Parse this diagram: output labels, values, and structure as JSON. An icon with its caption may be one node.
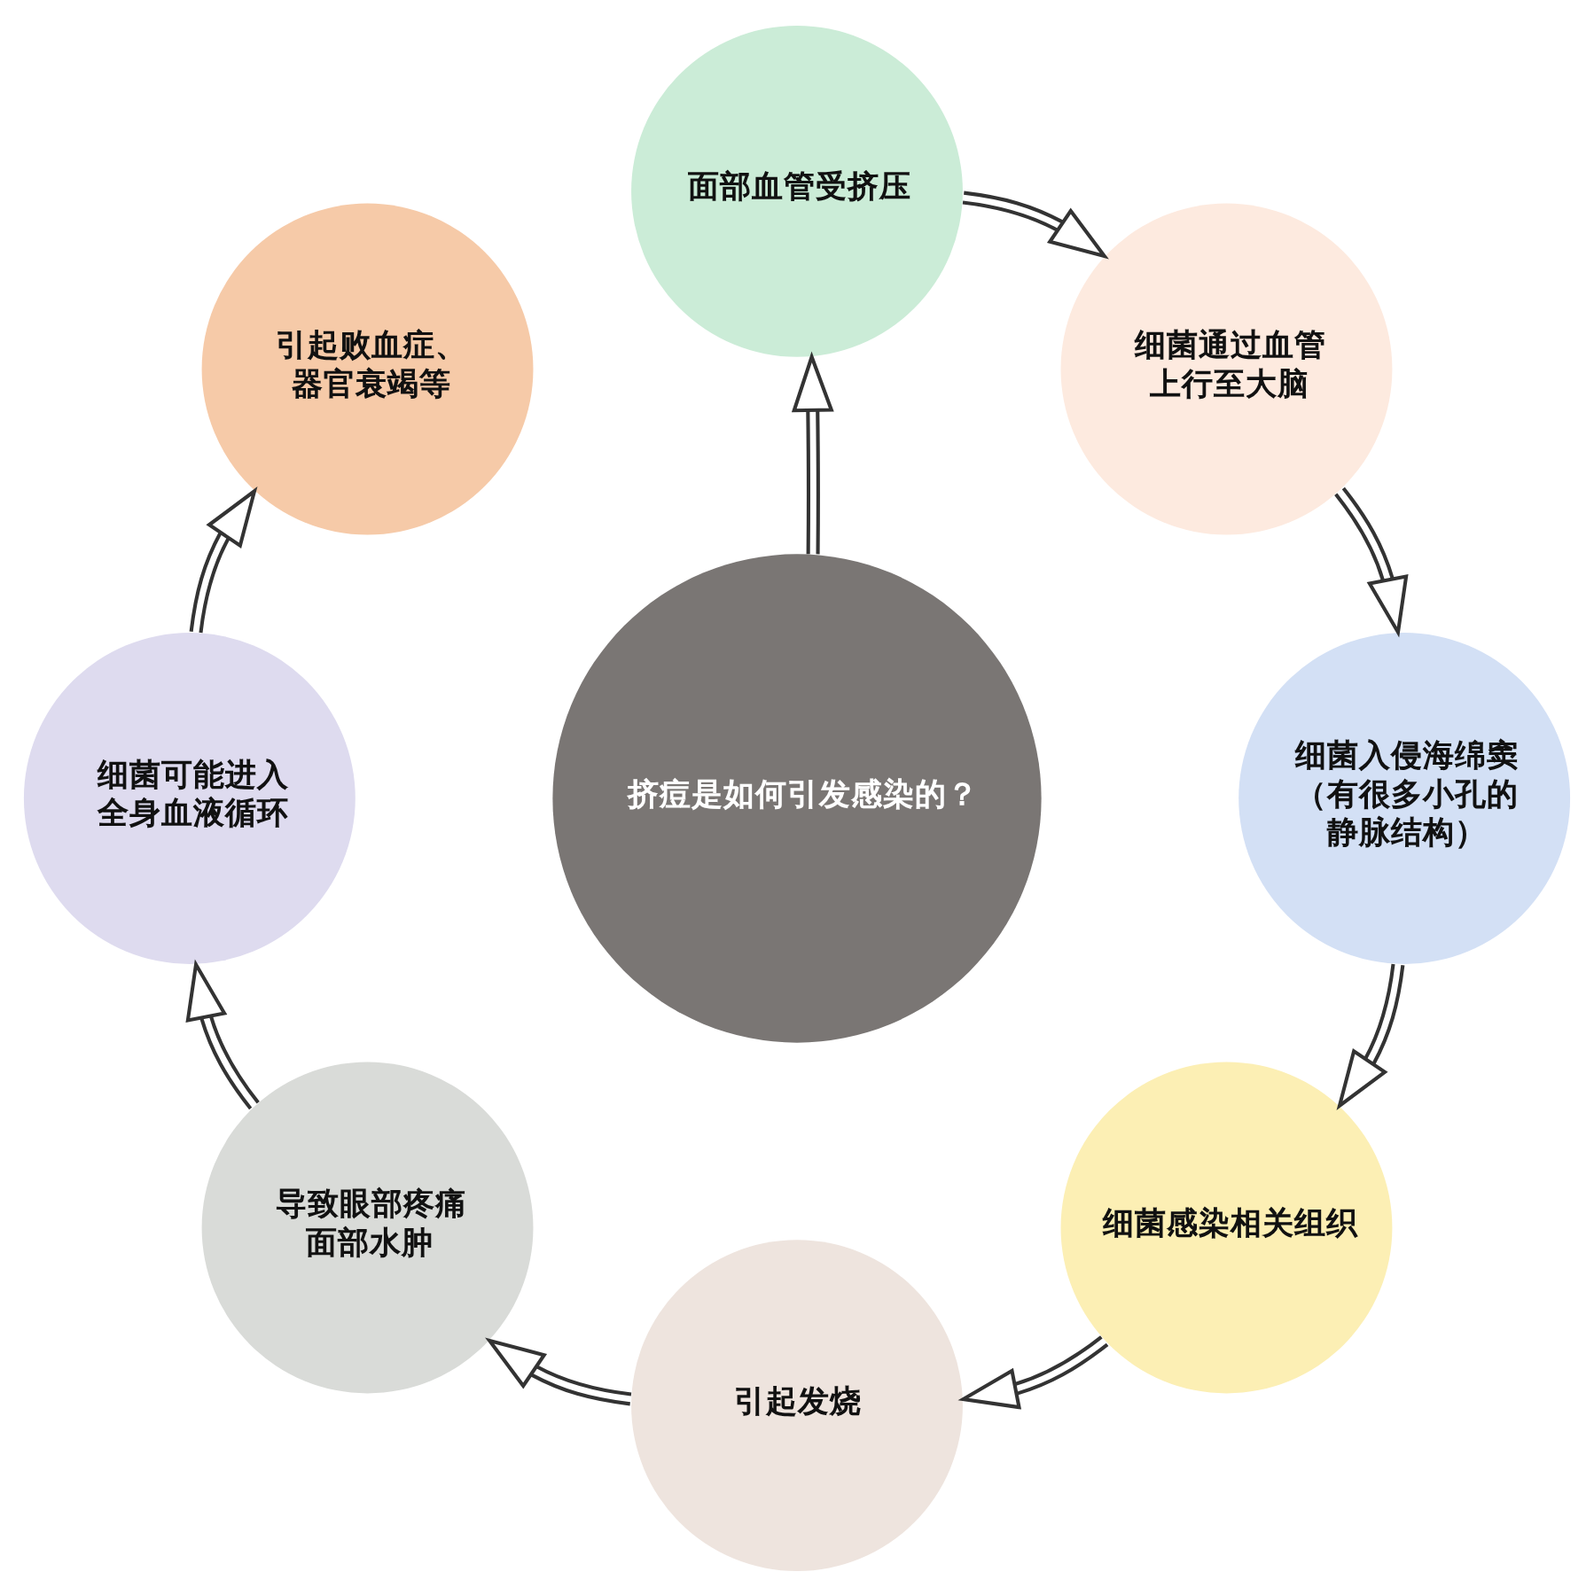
{
  "diagram": {
    "nodes": [
      {
        "text": [
          "挤痘是如何引发感染的？"
        ]
      },
      {
        "text": [
          "面部血管受挤压"
        ]
      },
      {
        "text": [
          "细菌通过血管上行至大脑"
        ]
      },
      {
        "text": [
          "细菌入侵海绵窦（有很多小孔的静脉结构）"
        ]
      },
      {
        "text": [
          "细菌感染相关组织"
        ]
      },
      {
        "text": [
          "引起发烧"
        ]
      },
      {
        "text": [
          "导致眼部疼痛面部水肿"
        ]
      },
      {
        "text": [
          "细菌可能进入全身血液循环"
        ]
      },
      {
        "text": [
          "引起败血症、器官衰竭等"
        ]
      }
    ],
    "edges": [
      {
        "from": 0,
        "to": 1,
        "arrow": "to"
      },
      {
        "from": 1,
        "to": 2,
        "arrow": "to"
      },
      {
        "from": 2,
        "to": 3,
        "arrow": "to"
      },
      {
        "from": 3,
        "to": 4,
        "arrow": "to"
      },
      {
        "from": 4,
        "to": 5,
        "arrow": "to"
      },
      {
        "from": 5,
        "to": 6,
        "arrow": "to"
      },
      {
        "from": 6,
        "to": 7,
        "arrow": "to"
      },
      {
        "from": 7,
        "to": 8,
        "arrow": "to"
      }
    ]
  }
}
